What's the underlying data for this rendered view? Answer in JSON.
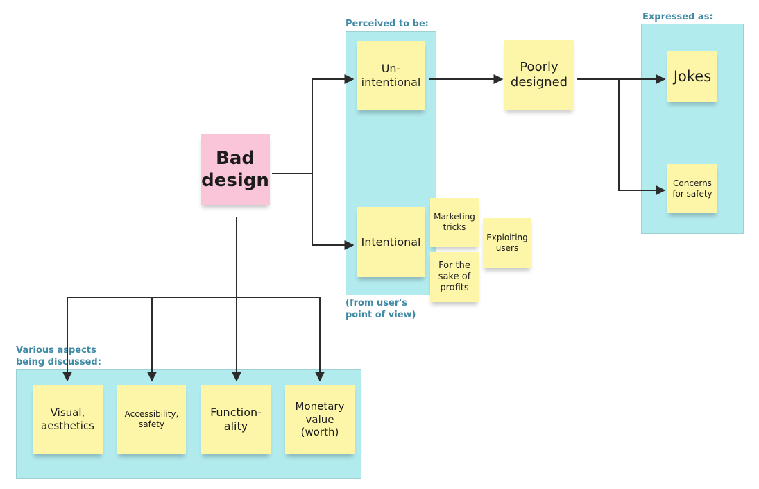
{
  "frames": {
    "perceived_label": "Perceived to be:",
    "user_view_label": "(from user's\npoint of view)",
    "expressed_label": "Expressed as:",
    "aspects_label": "Various aspects\nbeing discussed:"
  },
  "notes": {
    "bad_design": "Bad\ndesign",
    "unintentional": "Un-\nintentional",
    "intentional": "Intentional",
    "marketing_tricks": "Marketing\ntricks",
    "exploiting_users": "Exploiting\nusers",
    "for_profits": "For the\nsake of\nprofits",
    "poorly_designed": "Poorly\ndesigned",
    "jokes": "Jokes",
    "concerns_safety": "Concerns\nfor safety",
    "visual": "Visual,\naesthetics",
    "accessibility": "Accessibility,\nsafety",
    "functionality": "Function-\nality",
    "monetary": "Monetary\nvalue\n(worth)"
  },
  "colors": {
    "frame": "#b2ebee",
    "sticky_yellow": "#fdf6a8",
    "sticky_pink": "#fbc5d9",
    "label": "#3f8aa4",
    "connector": "#2b2b2b"
  }
}
